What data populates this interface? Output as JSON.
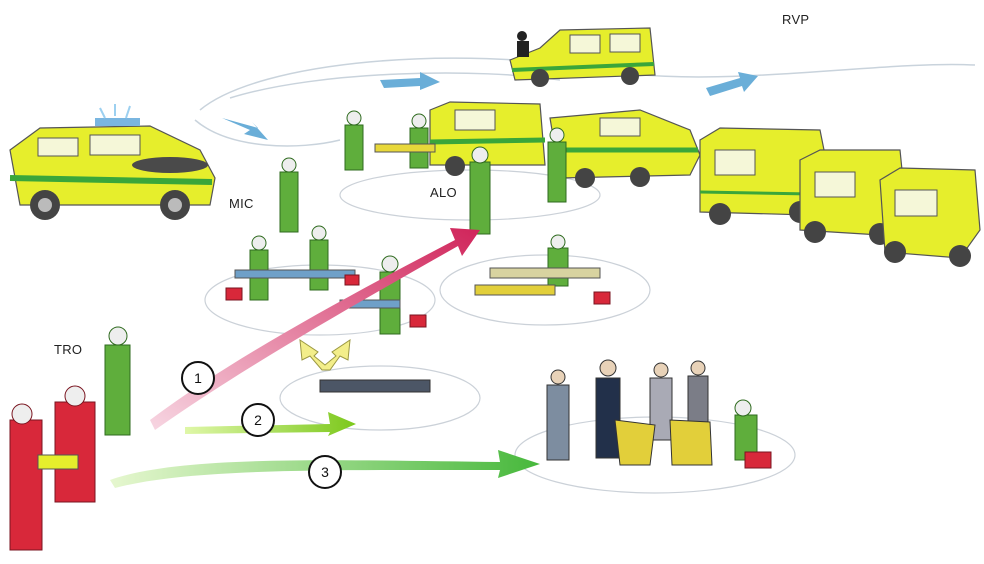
{
  "labels": {
    "rvp": "RVP",
    "mic": "MIC",
    "alo": "ALO",
    "tro": "TRO"
  },
  "routes": [
    {
      "number": "1"
    },
    {
      "number": "2"
    },
    {
      "number": "3"
    }
  ],
  "colors": {
    "vehicle_yellow": "#e6ee2c",
    "vehicle_stripe": "#3aa63a",
    "responder_green": "#5fae3c",
    "rescuer_red": "#d8283a",
    "route1": "#d83a6a",
    "route2": "#8fd12a",
    "route3": "#5fc94a",
    "traffic_arrow": "#6aaed8"
  }
}
